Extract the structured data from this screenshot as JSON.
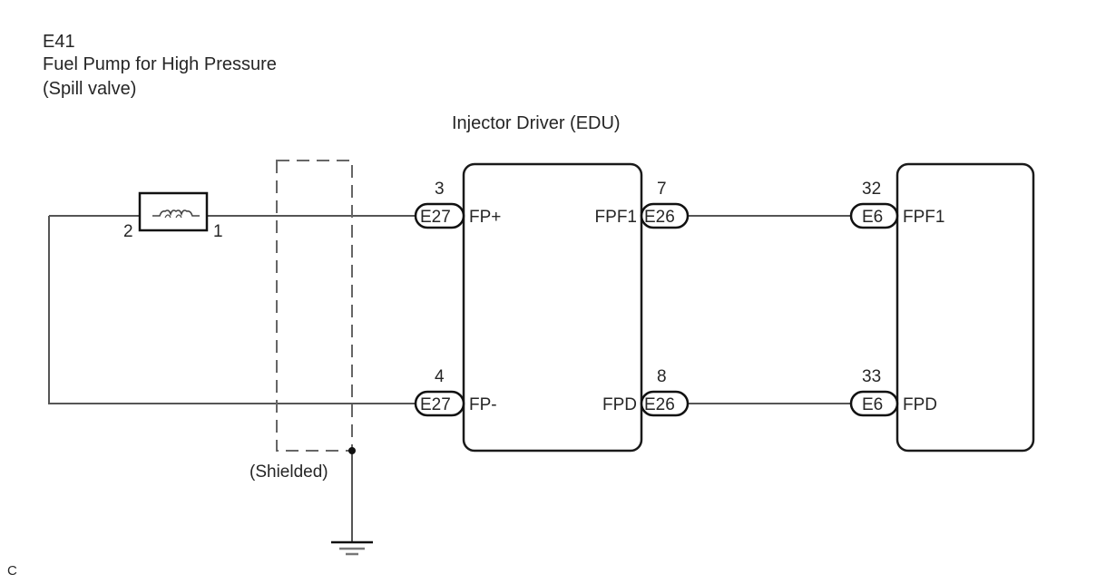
{
  "component": {
    "code": "E41",
    "name": "Fuel Pump for High Pressure",
    "sub": "(Spill valve)",
    "pin_left": "2",
    "pin_right": "1"
  },
  "edu": {
    "title": "Injector Driver (EDU)",
    "pins": [
      {
        "pin": "3",
        "connector": "E27",
        "signal": "FP+"
      },
      {
        "pin": "4",
        "connector": "E27",
        "signal": "FP-"
      },
      {
        "pin": "7",
        "connector": "E26",
        "signal": "FPF1"
      },
      {
        "pin": "8",
        "connector": "E26",
        "signal": "FPD"
      }
    ]
  },
  "ecm": {
    "pins": [
      {
        "pin": "32",
        "connector": "E6",
        "signal": "FPF1"
      },
      {
        "pin": "33",
        "connector": "E6",
        "signal": "FPD"
      }
    ]
  },
  "shield_label": "(Shielded)",
  "footer_mark": "C"
}
